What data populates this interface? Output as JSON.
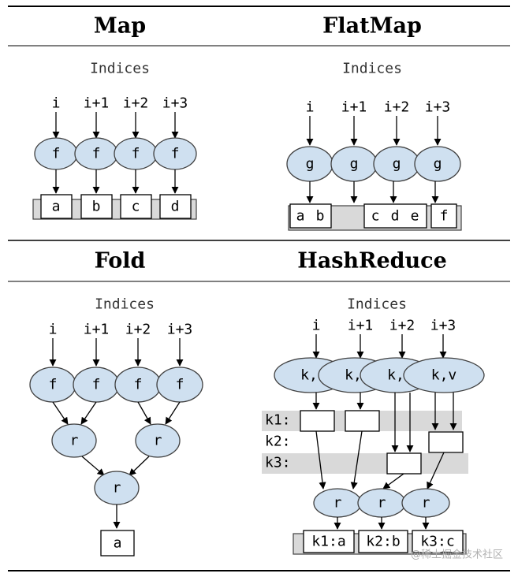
{
  "headers": {
    "map": "Map",
    "flatmap": "FlatMap",
    "fold": "Fold",
    "hashreduce": "HashReduce"
  },
  "indices_label": "Indices",
  "index_labels": [
    "i",
    "i+1",
    "i+2",
    "i+3"
  ],
  "map": {
    "func": "f",
    "outputs": [
      "a",
      "b",
      "c",
      "d"
    ]
  },
  "flatmap": {
    "func": "g",
    "outputs": [
      "a",
      "b",
      "c",
      "d",
      "e",
      "f"
    ]
  },
  "fold": {
    "map_func": "f",
    "reduce_func": "r",
    "result": "a"
  },
  "hashreduce": {
    "kv_label": "k,v",
    "kv_partial": "k,",
    "keys": [
      "k1:",
      "k2:",
      "k3:"
    ],
    "reduce_func": "r",
    "outputs": [
      "k1:a",
      "k2:b",
      "k3:c"
    ]
  },
  "watermark": "@稀土掘金技术社区"
}
